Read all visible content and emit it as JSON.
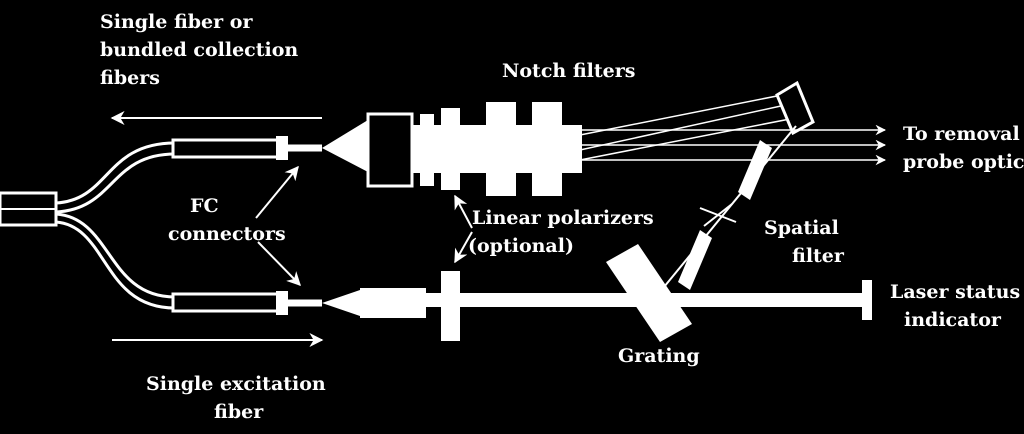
{
  "colors": {
    "background": "#000000",
    "foreground": "#ffffff"
  },
  "labels": {
    "collection_fibers": [
      "Single fiber or",
      "bundled collection",
      "fibers"
    ],
    "notch_filters": "Notch filters",
    "to_probe": [
      "To removal",
      "probe optic"
    ],
    "fc_connectors": [
      "FC",
      "connectors"
    ],
    "linear_polarizers": [
      "Linear polarizers",
      "(optional)"
    ],
    "spatial_filter": [
      "Spatial",
      "filter"
    ],
    "laser_status": [
      "Laser status",
      "indicator"
    ],
    "grating": "Grating",
    "excitation_fiber": [
      "Single excitation",
      "fiber"
    ]
  }
}
